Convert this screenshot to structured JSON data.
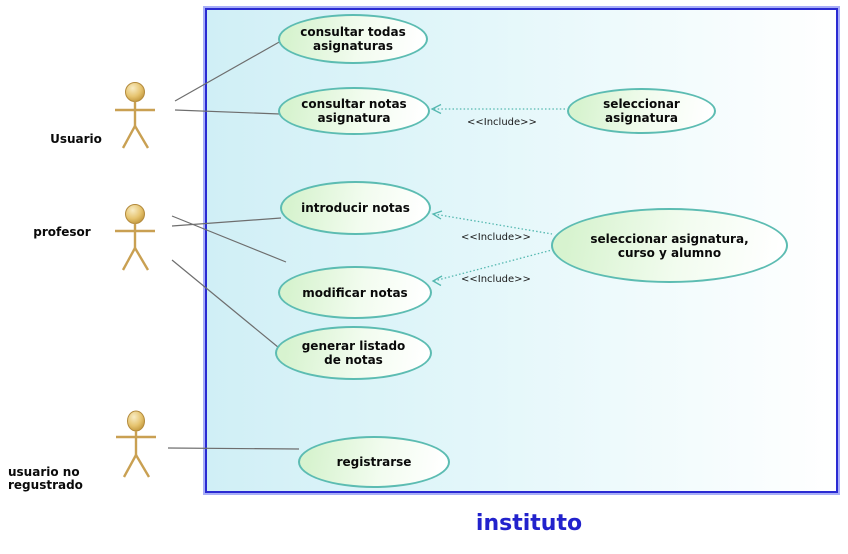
{
  "diagram": {
    "type": "uml-use-case",
    "system": {
      "title": "instituto"
    },
    "actors": [
      {
        "id": "usuario",
        "label": "Usuario"
      },
      {
        "id": "profesor",
        "label": "profesor"
      },
      {
        "id": "usuario-no-regustrado",
        "label": "usuario no\nregustrado"
      }
    ],
    "use_cases": [
      {
        "id": "consultar-todas-asignaturas",
        "label": "consultar todas\nasignaturas"
      },
      {
        "id": "consultar-notas-asignatura",
        "label": "consultar notas\nasignatura"
      },
      {
        "id": "seleccionar-asignatura",
        "label": "seleccionar\nasignatura"
      },
      {
        "id": "introducir-notas",
        "label": "introducir notas"
      },
      {
        "id": "seleccionar-asignatura-curso-alumno",
        "label": "seleccionar asignatura,\ncurso y alumno"
      },
      {
        "id": "modificar-notas",
        "label": "modificar notas"
      },
      {
        "id": "generar-listado-de-notas",
        "label": "generar listado\nde notas"
      },
      {
        "id": "registrarse",
        "label": "registrarse"
      }
    ],
    "include_labels": [
      "<<Include>>",
      "<<Include>>",
      "<<Include>>"
    ],
    "colors": {
      "system_border": "#2a2ad2",
      "system_border_glow": "#a8aef8",
      "system_fill_left": "#d0eff6",
      "ellipse_border": "#5cbcb2",
      "ellipse_fill": "#d7f3cf",
      "actor": "#c9a052",
      "association_line": "#6e6e6e",
      "include_line": "#5cbcb2",
      "title_text": "#2222cc",
      "label_text": "#0a0a0a"
    }
  }
}
